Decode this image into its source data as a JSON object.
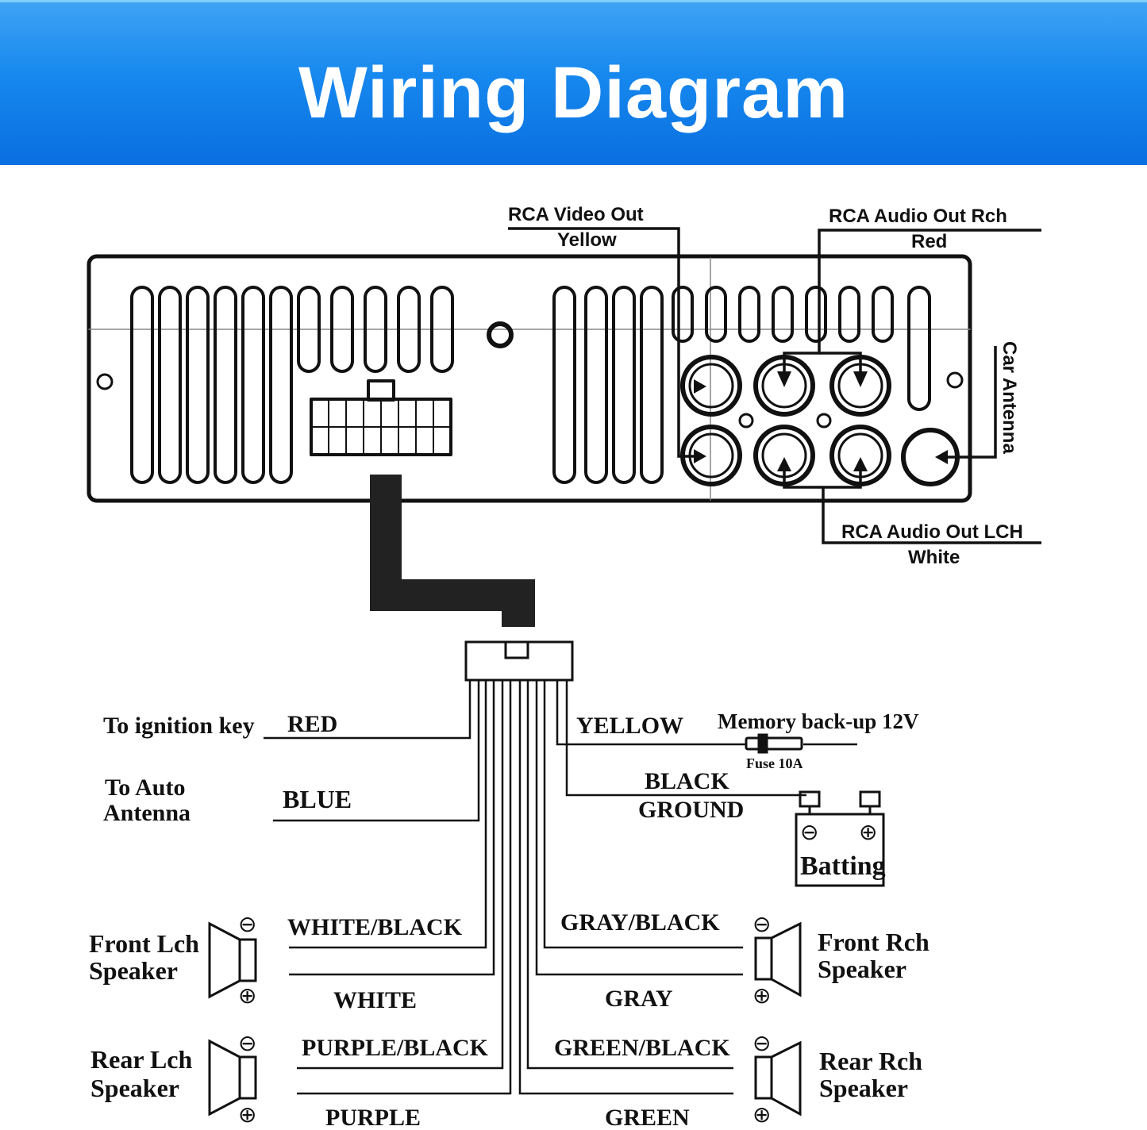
{
  "header": {
    "title": "Wiring Diagram"
  },
  "colors": {
    "banner_top": "#3fa3f5",
    "banner_bottom": "#0a6fe0",
    "line": "#111111"
  },
  "rca": {
    "video_label": "RCA Video Out",
    "video_color": "Yellow",
    "audio_r_label": "RCA Audio Out Rch",
    "audio_r_color": "Red",
    "audio_l_label": "RCA Audio Out LCH",
    "audio_l_color": "White",
    "antenna_label": "Car Antenna"
  },
  "wiring": {
    "ignition_target": "To ignition key",
    "ignition_color": "RED",
    "antenna_target_line1": "To Auto",
    "antenna_target_line2": "Antenna",
    "antenna_color": "BLUE",
    "memory_color": "YELLOW",
    "memory_label": "Memory back-up 12V",
    "fuse_label": "Fuse 10A",
    "ground_line1": "BLACK",
    "ground_line2": "GROUND",
    "battery_label": "Batting"
  },
  "speakers": {
    "front_left": {
      "line1": "Front Lch",
      "line2": "Speaker",
      "neg_wire": "WHITE/BLACK",
      "pos_wire": "WHITE"
    },
    "rear_left": {
      "line1": "Rear Lch",
      "line2": "Speaker",
      "neg_wire": "PURPLE/BLACK",
      "pos_wire": "PURPLE"
    },
    "front_right": {
      "line1": "Front Rch",
      "line2": "Speaker",
      "neg_wire": "GRAY/BLACK",
      "pos_wire": "GRAY"
    },
    "rear_right": {
      "line1": "Rear Rch",
      "line2": "Speaker",
      "neg_wire": "GREEN/BLACK",
      "pos_wire": "GREEN"
    }
  },
  "symbols": {
    "minus": "⊖",
    "plus": "⊕"
  }
}
